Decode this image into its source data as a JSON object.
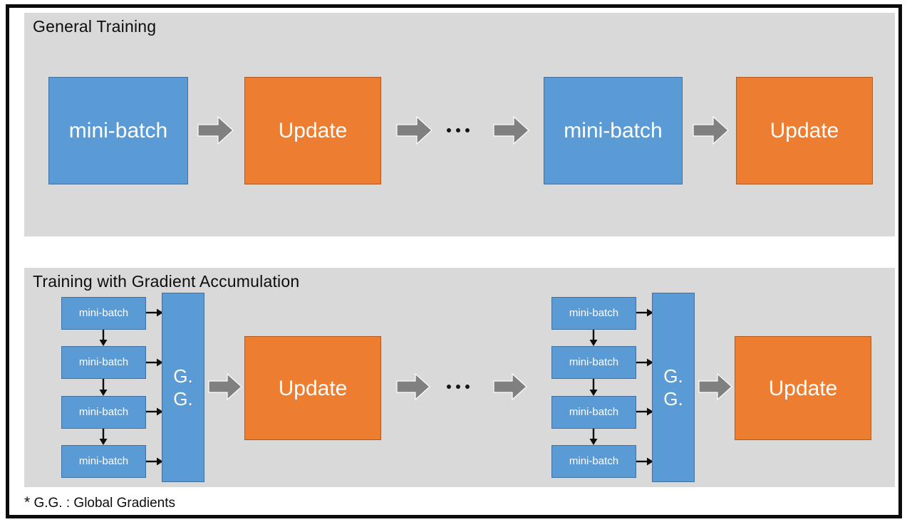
{
  "figure": {
    "colors": {
      "blue": "#5b9bd5",
      "blue_border": "#41719c",
      "orange": "#ed7d31",
      "orange_border": "#ae5a21",
      "panel_gray": "#d9d9d9",
      "arrow_gray": "#808080",
      "arrow_gray_border": "#7f7f7f",
      "frame_black": "#0c0c0c",
      "background": "#ffffff",
      "text_white": "#ffffff",
      "text_black": "#0d0d0d"
    },
    "footnote": "* G.G. : Global Gradients",
    "footnote_star": "*",
    "footnote_text": "G.G. : Global Gradients"
  },
  "panels": [
    {
      "id": "general-training",
      "title": "General Training",
      "sequence": [
        {
          "kind": "box",
          "variant": "blue",
          "label": "mini-batch"
        },
        {
          "kind": "arrow"
        },
        {
          "kind": "box",
          "variant": "orange",
          "label": "Update"
        },
        {
          "kind": "arrow"
        },
        {
          "kind": "ellipsis",
          "label": "..."
        },
        {
          "kind": "arrow"
        },
        {
          "kind": "box",
          "variant": "blue",
          "label": "mini-batch"
        },
        {
          "kind": "arrow"
        },
        {
          "kind": "box",
          "variant": "orange",
          "label": "Update"
        }
      ]
    },
    {
      "id": "gradient-accumulation",
      "title": "Training with Gradient Accumulation",
      "groups": [
        {
          "id": "group-left",
          "mini_batches": [
            "mini-batch",
            "mini-batch",
            "mini-batch",
            "mini-batch"
          ],
          "accumulator": {
            "line1": "G.",
            "line2": "G."
          },
          "update": "Update"
        },
        {
          "id": "group-right",
          "mini_batches": [
            "mini-batch",
            "mini-batch",
            "mini-batch",
            "mini-batch"
          ],
          "accumulator": {
            "line1": "G.",
            "line2": "G."
          },
          "update": "Update"
        }
      ],
      "ellipsis": "..."
    }
  ]
}
